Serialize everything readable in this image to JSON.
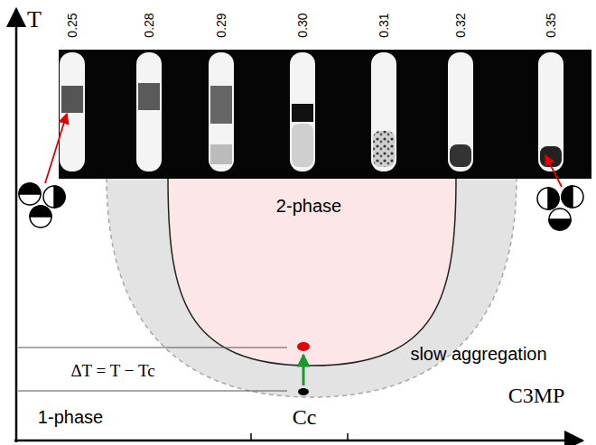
{
  "diagram": {
    "labels": [
      "T",
      "0.25",
      "0.28",
      "0.29",
      "0.30",
      "0.31",
      "0.32",
      "0.35",
      "2-phase",
      "slow aggregation",
      "ΔT = T − Tc",
      "1-phase",
      "Cc",
      "C3MP"
    ]
  }
}
